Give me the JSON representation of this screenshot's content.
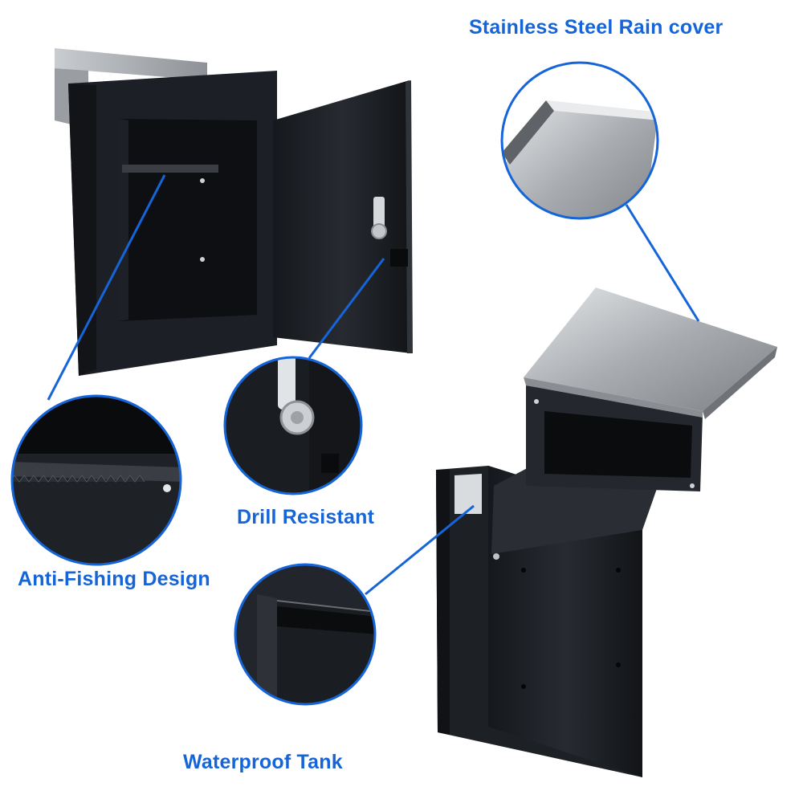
{
  "labels": {
    "rain_cover": "Stainless Steel Rain cover",
    "drill": "Drill Resistant",
    "anti_fishing": "Anti-Fishing Design",
    "waterproof": "Waterproof Tank"
  },
  "colors": {
    "accent": "#1565d8",
    "steel_body": "#1c1f24",
    "stainless": "#b8bcc0"
  }
}
